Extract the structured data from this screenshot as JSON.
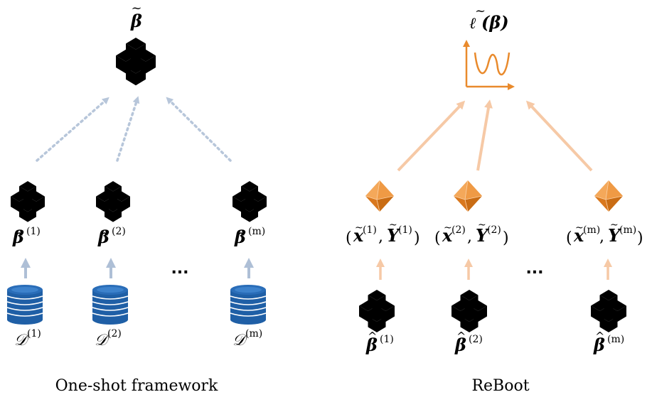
{
  "left_panel": {
    "caption": "One-shot framework",
    "top_symbol": "β",
    "local_estimators": [
      {
        "symbol": "β",
        "superscript": "(1)"
      },
      {
        "symbol": "β",
        "superscript": "(2)"
      },
      {
        "symbol": "β",
        "superscript": "(m)"
      }
    ],
    "datasets": [
      {
        "symbol": "𝒟",
        "superscript": "(1)"
      },
      {
        "symbol": "𝒟",
        "superscript": "(2)"
      },
      {
        "symbol": "𝒟",
        "superscript": "(m)"
      }
    ],
    "ellipsis": "..."
  },
  "right_panel": {
    "caption": "ReBoot",
    "top_symbol": "ℓ",
    "top_argument": "(β)",
    "synthetic_samples": [
      {
        "x": "x",
        "y": "Y",
        "superscript": "(1)"
      },
      {
        "x": "x",
        "y": "Y",
        "superscript": "(2)"
      },
      {
        "x": "x",
        "y": "Y",
        "superscript": "(m)"
      }
    ],
    "local_estimators": [
      {
        "symbol": "β",
        "superscript": "(1)"
      },
      {
        "symbol": "β",
        "superscript": "(2)"
      },
      {
        "symbol": "β",
        "superscript": "(m)"
      }
    ],
    "ellipsis": "..."
  },
  "colors": {
    "cube_stroke": "#2f78c4",
    "database_blue": "#1f5fa6",
    "dotted_arrow": "#b7c6da",
    "orange_arrow": "#f6c9a6",
    "orange_accent": "#e98a2c",
    "light_arrow_blue": "#aebfd6"
  },
  "icons": [
    "cube-stack-icon",
    "database-icon",
    "octahedron-icon",
    "loss-curve-icon"
  ]
}
